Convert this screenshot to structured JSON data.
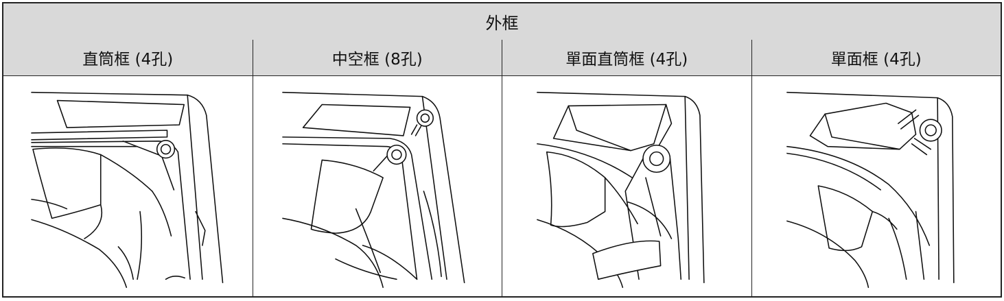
{
  "table": {
    "title": "外框",
    "columns": [
      {
        "label": "直筒框 (4孔)",
        "illustration": "fan-frame-straight-4hole"
      },
      {
        "label": "中空框 (8孔)",
        "illustration": "fan-frame-hollow-8hole"
      },
      {
        "label": "單面直筒框 (4孔)",
        "illustration": "fan-frame-single-straight-4hole"
      },
      {
        "label": "單面框 (4孔)",
        "illustration": "fan-frame-single-4hole"
      }
    ]
  }
}
